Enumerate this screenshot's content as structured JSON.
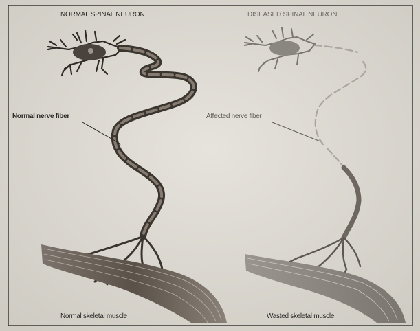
{
  "panels": {
    "normal": {
      "title": "NORMAL SPINAL NEURON",
      "fiber_label": "Normal nerve fiber",
      "muscle_caption": "Normal skeletal muscle"
    },
    "diseased": {
      "title": "DISEASED SPINAL NEURON",
      "fiber_label": "Affected nerve fiber",
      "muscle_caption": "Wasted skeletal muscle"
    }
  },
  "colors": {
    "background": "#d9d6cf",
    "border": "#3a3834",
    "normal_ink": "#3b3530",
    "diseased_ink": "#8a8680"
  }
}
